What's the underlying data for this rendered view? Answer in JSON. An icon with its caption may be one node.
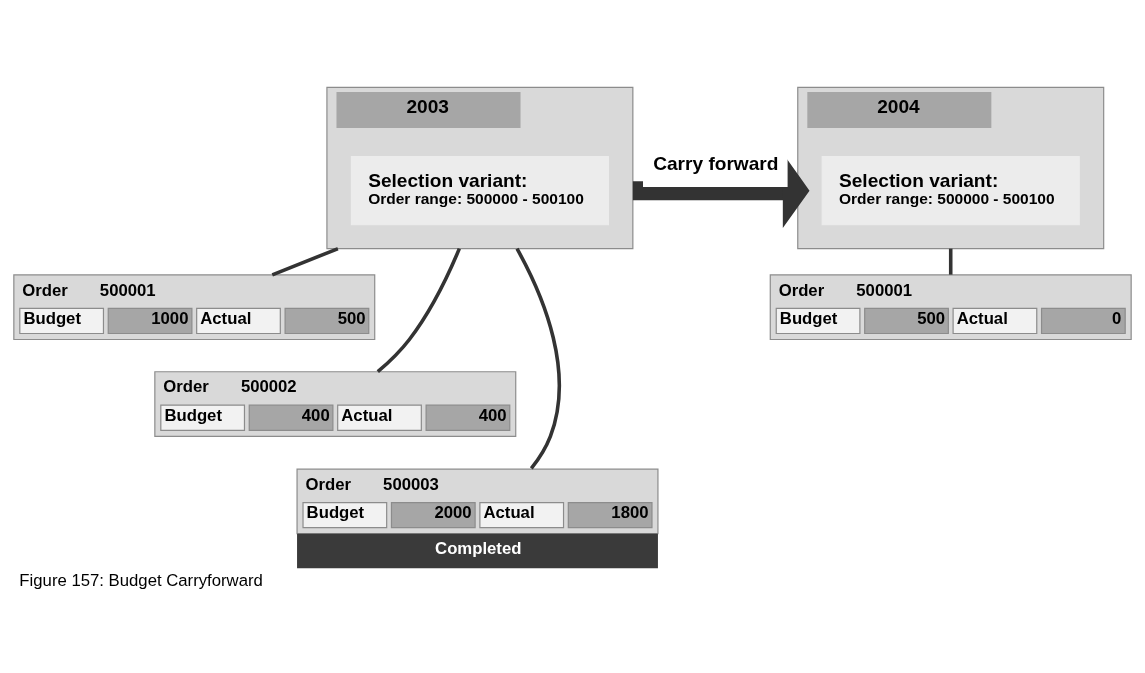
{
  "diagram": {
    "caption": "Figure 157: Budget Carryforward",
    "nodes": [
      {
        "text": [
          "2003"
        ]
      },
      {
        "text": [
          "Selection variant:",
          "Order range: 500000 - 500100"
        ],
        "in": 0
      },
      {
        "text": [
          "2004"
        ]
      },
      {
        "text": [
          "Selection variant:",
          "Order range: 500000 - 500100"
        ],
        "in": 2
      },
      {
        "text": [
          "Order",
          "500001",
          "Budget",
          "1000",
          "Actual",
          "500"
        ]
      },
      {
        "text": [
          "Order",
          "500002",
          "Budget",
          "400",
          "Actual",
          "400"
        ]
      },
      {
        "text": [
          "Order",
          "500003",
          "Budget",
          "2000",
          "Actual",
          "1800"
        ],
        "beside": [
          "Completed"
        ]
      },
      {
        "text": [
          "Order",
          "500001",
          "Budget",
          "500",
          "Actual",
          "0"
        ]
      }
    ],
    "edges": [
      {
        "from": 0,
        "to": 2,
        "arrow": "to",
        "label": "Carry forward",
        "style": "thick"
      },
      {
        "from": 0,
        "to": 4,
        "arrow": "none"
      },
      {
        "from": 0,
        "to": 5,
        "arrow": "none"
      },
      {
        "from": 0,
        "to": 6,
        "arrow": "none"
      },
      {
        "from": 2,
        "to": 7,
        "arrow": "none"
      }
    ]
  }
}
